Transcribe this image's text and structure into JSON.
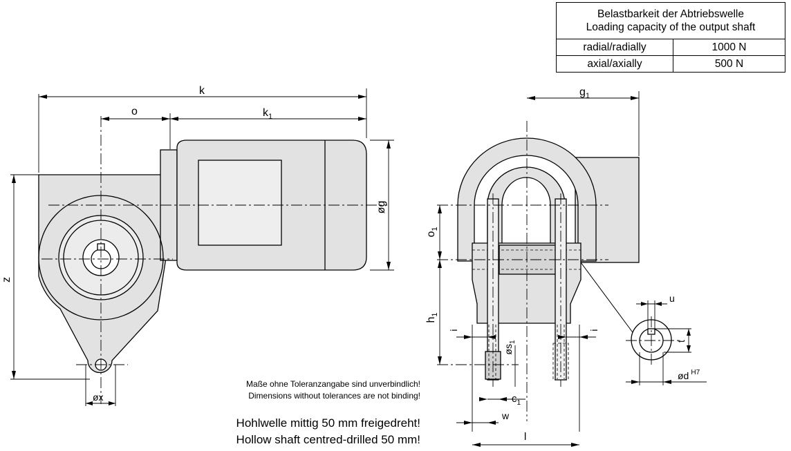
{
  "table": {
    "title_de": "Belastbarkeit der Abtriebswelle",
    "title_en": "Loading capacity of the output shaft",
    "rows": [
      {
        "label": "radial/radially",
        "value": "1000 N"
      },
      {
        "label": "axial/axially",
        "value": "500 N"
      }
    ]
  },
  "dimensions": {
    "k": "k",
    "k1_base": "k",
    "k1_sub": "1",
    "o": "o",
    "g": "øg",
    "z": "z",
    "x": "øx",
    "g1_base": "g",
    "g1_sub": "1",
    "o1_base": "o",
    "o1_sub": "1",
    "h1_base": "h",
    "h1_sub": "1",
    "i_left": "i",
    "i_right": "i",
    "s1_base": "øs",
    "s1_sub": "1",
    "c1_base": "c",
    "c1_sub": "1",
    "w": "w",
    "l": "l",
    "u": "u",
    "t": "t",
    "d_base": "ød",
    "d_sup": "H7"
  },
  "notes": {
    "tolerance_de": "Maße ohne Toleranzangabe sind unverbindlich!",
    "tolerance_en": "Dimensions without tolerances are not binding!",
    "shaft_de": "Hohlwelle mittig 50 mm freigedreht!",
    "shaft_en": "Hollow shaft centred-drilled 50 mm!"
  }
}
